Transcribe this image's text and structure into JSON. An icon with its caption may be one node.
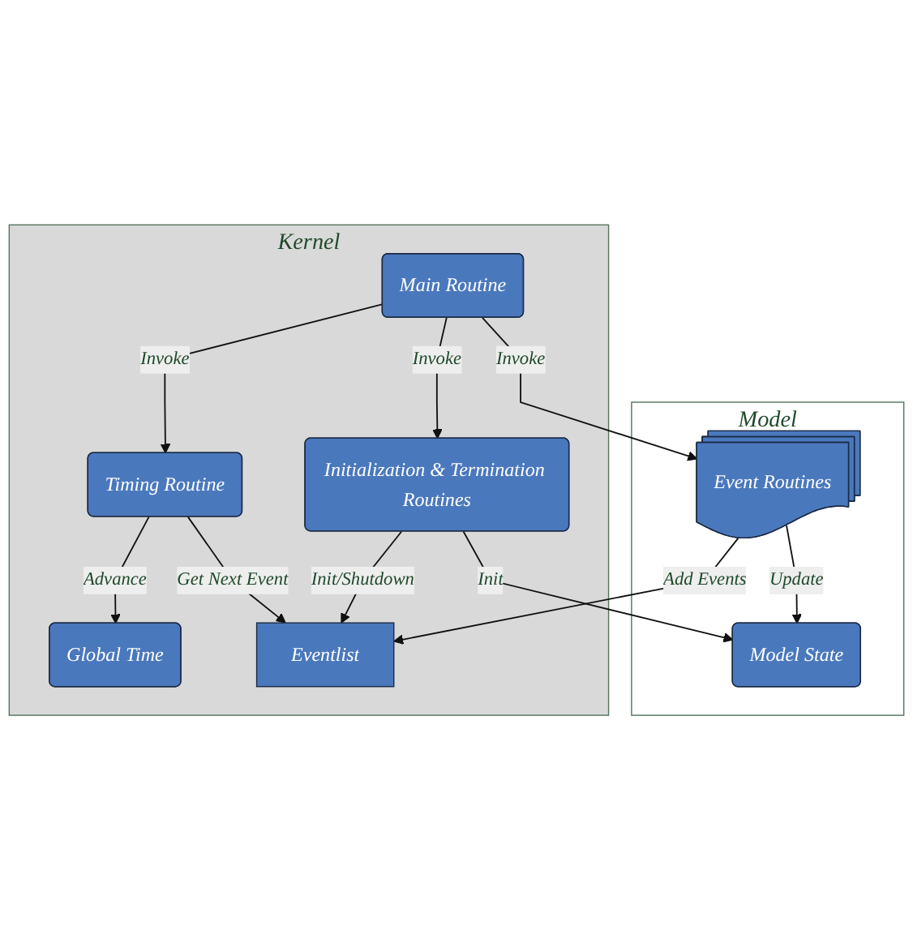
{
  "diagram": {
    "nodes": [
      {
        "text": [
          "Model"
        ]
      },
      {
        "text": [
          "Event Routines"
        ],
        "in": 0
      },
      {
        "text": [
          "Model State"
        ],
        "in": 0
      },
      {
        "text": [
          "Kernel"
        ]
      },
      {
        "text": [
          "Eventlist"
        ],
        "in": 3
      },
      {
        "text": [
          "Main Routine"
        ],
        "in": 3
      },
      {
        "text": [
          "Initialization & Termination Routines"
        ],
        "in": 3
      },
      {
        "text": [
          "Timing Routine"
        ],
        "in": 3
      },
      {
        "text": [
          "Global Time"
        ],
        "in": 3
      }
    ],
    "edges": [
      {
        "from": 1,
        "to": 2,
        "arrow": "to",
        "label": "Update"
      },
      {
        "from": 5,
        "to": 1,
        "arrow": "to",
        "label": "Invoke"
      },
      {
        "from": 6,
        "to": 2,
        "arrow": "to",
        "label": "Init"
      },
      {
        "from": 1,
        "to": 4,
        "arrow": "to",
        "label": "Add Events"
      },
      {
        "from": 5,
        "to": 6,
        "arrow": "to",
        "label": "Invoke"
      },
      {
        "from": 5,
        "to": 7,
        "arrow": "to",
        "label": "Invoke"
      },
      {
        "from": 7,
        "to": 4,
        "arrow": "to",
        "label": "Get Next Event"
      },
      {
        "from": 7,
        "to": 8,
        "arrow": "to",
        "label": "Advance"
      },
      {
        "from": 6,
        "to": 4,
        "arrow": "to",
        "label": "Init/Shutdown"
      }
    ]
  }
}
